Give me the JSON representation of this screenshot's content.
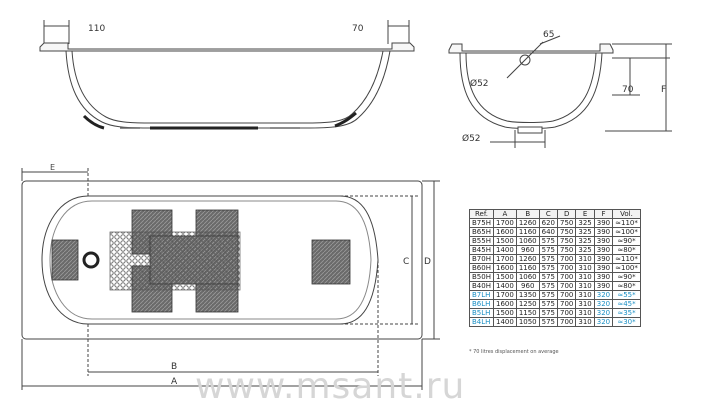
{
  "side_view": {
    "dim_left": "110",
    "dim_right": "70"
  },
  "section_view": {
    "dim_65": "65",
    "dim_52_top": "Ø52",
    "dim_70": "70",
    "dim_F": "F",
    "dim_52_bottom": "Ø52"
  },
  "plan_view": {
    "dim_E": "E",
    "dim_C": "C",
    "dim_D": "D",
    "dim_B": "B",
    "dim_A": "A"
  },
  "table": {
    "headers": [
      "Ref.",
      "A",
      "B",
      "C",
      "D",
      "E",
      "F",
      "Vol."
    ],
    "rows": [
      {
        "ref": "B75H",
        "A": "1700",
        "B": "1260",
        "C": "620",
        "D": "750",
        "E": "325",
        "F": "390",
        "vol": "≈110*",
        "lh": false
      },
      {
        "ref": "B65H",
        "A": "1600",
        "B": "1160",
        "C": "640",
        "D": "750",
        "E": "325",
        "F": "390",
        "vol": "≈100*",
        "lh": false
      },
      {
        "ref": "B55H",
        "A": "1500",
        "B": "1060",
        "C": "575",
        "D": "750",
        "E": "325",
        "F": "390",
        "vol": "≈90*",
        "lh": false
      },
      {
        "ref": "B45H",
        "A": "1400",
        "B": "960",
        "C": "575",
        "D": "750",
        "E": "325",
        "F": "390",
        "vol": "≈80*",
        "lh": false
      },
      {
        "ref": "B70H",
        "A": "1700",
        "B": "1260",
        "C": "575",
        "D": "700",
        "E": "310",
        "F": "390",
        "vol": "≈110*",
        "lh": false
      },
      {
        "ref": "B60H",
        "A": "1600",
        "B": "1160",
        "C": "575",
        "D": "700",
        "E": "310",
        "F": "390",
        "vol": "≈100*",
        "lh": false
      },
      {
        "ref": "B50H",
        "A": "1500",
        "B": "1060",
        "C": "575",
        "D": "700",
        "E": "310",
        "F": "390",
        "vol": "≈90*",
        "lh": false
      },
      {
        "ref": "B40H",
        "A": "1400",
        "B": "960",
        "C": "575",
        "D": "700",
        "E": "310",
        "F": "390",
        "vol": "≈80*",
        "lh": false
      },
      {
        "ref": "B7LH",
        "A": "1700",
        "B": "1350",
        "C": "575",
        "D": "700",
        "E": "310",
        "F": "320",
        "vol": "≈55*",
        "lh": true
      },
      {
        "ref": "B6LH",
        "A": "1600",
        "B": "1250",
        "C": "575",
        "D": "700",
        "E": "310",
        "F": "320",
        "vol": "≈45*",
        "lh": true
      },
      {
        "ref": "B5LH",
        "A": "1500",
        "B": "1150",
        "C": "575",
        "D": "700",
        "E": "310",
        "F": "320",
        "vol": "≈35*",
        "lh": true
      },
      {
        "ref": "B4LH",
        "A": "1400",
        "B": "1050",
        "C": "575",
        "D": "700",
        "E": "310",
        "F": "320",
        "vol": "≈30*",
        "lh": true
      }
    ]
  },
  "footnote": "* 70 litres displacement on average",
  "watermark": "www.msant.ru",
  "colors": {
    "line": "#444444",
    "lh_blue": "#1a8fc4",
    "watermark": "#d6d6d6",
    "anti_slip": "#555555"
  }
}
